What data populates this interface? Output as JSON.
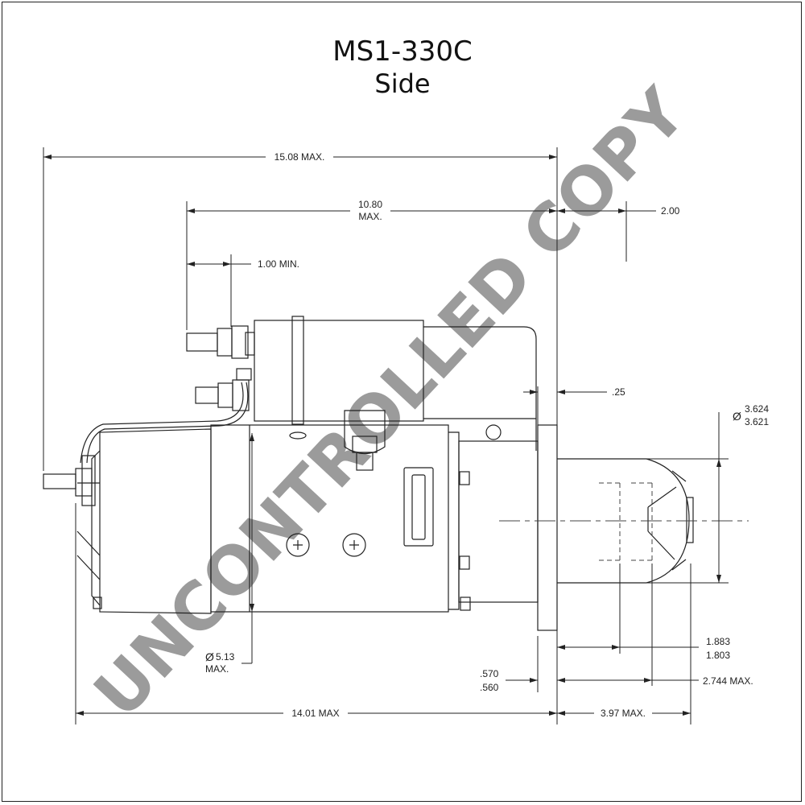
{
  "title": {
    "model": "MS1-330C",
    "view": "Side"
  },
  "watermark": "UNCONTROLLED COPY",
  "dimensions": {
    "overall_length": "15.08 MAX.",
    "solenoid_length_1": "10.80",
    "solenoid_length_2": "MAX.",
    "terminal_min": "1.00 MIN.",
    "nose_offset": "2.00",
    "flange_gap": ".25",
    "pilot_dia_1": "3.624",
    "pilot_dia_2": "3.621",
    "pilot_dia_symbol": "Ø",
    "body_dia_1": "5.13",
    "body_dia_2": "MAX.",
    "body_dia_symbol": "Ø",
    "pinion_pos_1": "1.883",
    "pinion_pos_2": "1.803",
    "flange_thk_1": ".570",
    "flange_thk_2": ".560",
    "pinion_max": "2.744 MAX.",
    "body_length": "14.01 MAX",
    "nose_length": "3.97 MAX."
  }
}
